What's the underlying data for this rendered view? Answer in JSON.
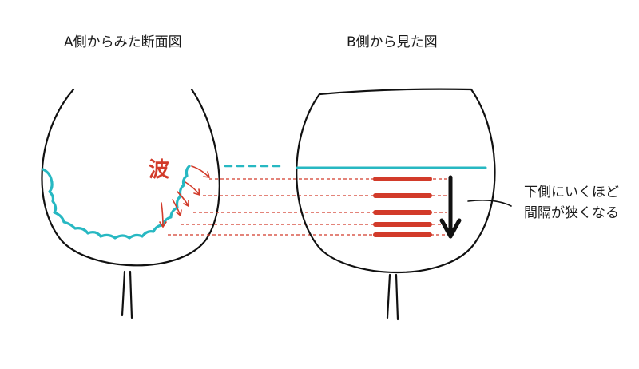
{
  "labels": {
    "left_title": "A側からみた断面図",
    "right_title": "B側から見た図",
    "wave": "波",
    "note_line1": "下側にいくほど",
    "note_line2": "間隔が狭くなる"
  },
  "colors": {
    "outline": "#111111",
    "water": "#27b8c2",
    "accent": "#d23b2a"
  }
}
